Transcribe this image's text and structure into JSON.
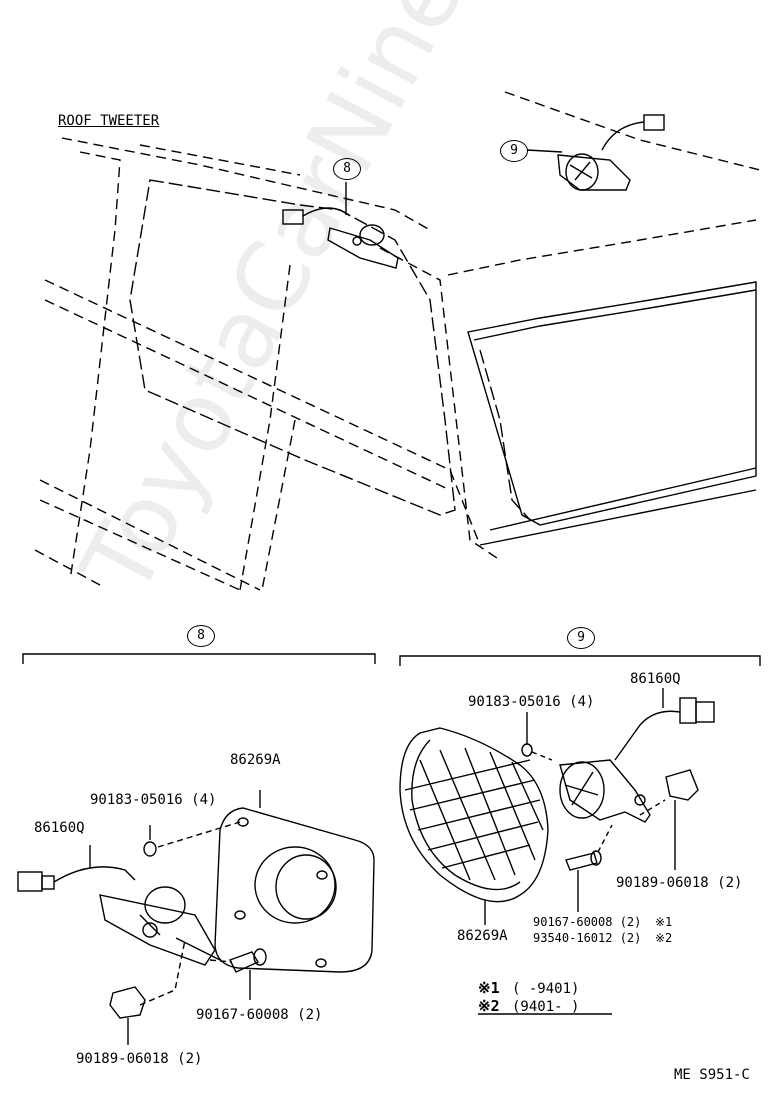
{
  "title": "ROOF TWEETER",
  "callouts": {
    "upper_left": "8",
    "upper_right": "9",
    "section_left": "8",
    "section_right": "9"
  },
  "left_parts": {
    "bracket": "86269A",
    "clip": "90183-05016 (4)",
    "speaker": "86160Q",
    "screw": "90167-60008 (2)",
    "connector_cap": "90189-06018 (2)"
  },
  "right_parts": {
    "clip": "90183-05016 (4)",
    "speaker": "86160Q",
    "connector_cap": "90189-06018 (2)",
    "screw_a": "90167-60008 (2)",
    "screw_a_mark": "※1",
    "screw_b": "93540-16012 (2)",
    "screw_b_mark": "※2",
    "cover": "86269A"
  },
  "legend": {
    "mark1": "※1",
    "range1": "(        -9401)",
    "mark2": "※2",
    "range2": "(9401-        )"
  },
  "code": "ME S951-C",
  "watermark": "ToyotaCarNine.ru"
}
